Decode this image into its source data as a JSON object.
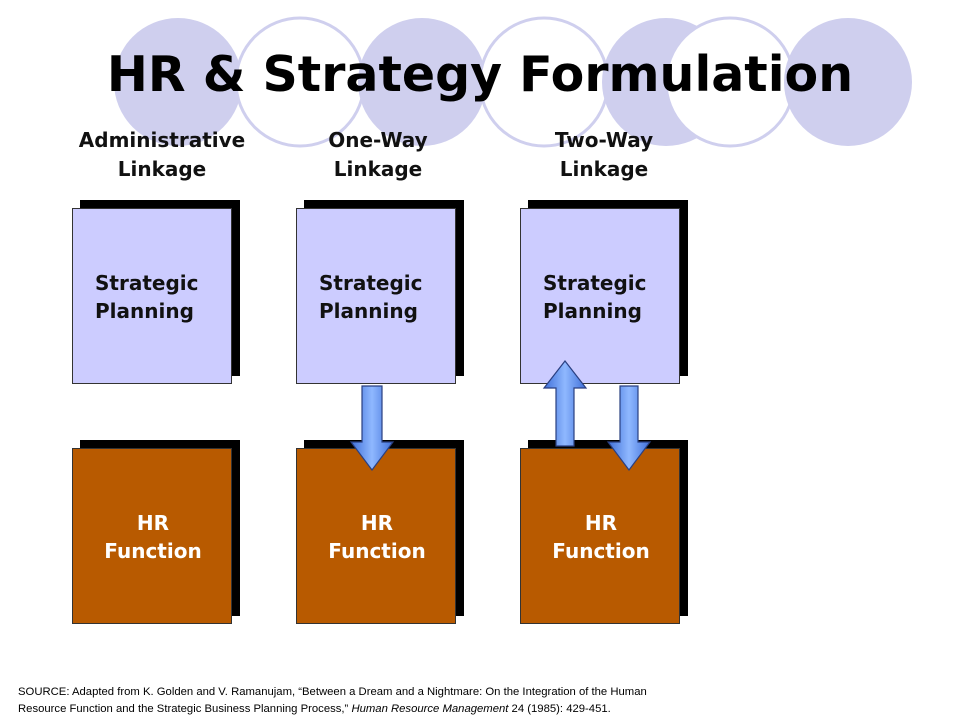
{
  "title": "HR & Strategy Formulation",
  "columns": [
    {
      "label_lines": [
        "Administrative",
        "Linkage"
      ],
      "strategic_lines": [
        "Strategic",
        "Planning"
      ],
      "hr_lines": [
        "HR",
        "Function"
      ],
      "arrows": "none"
    },
    {
      "label_lines": [
        "One-Way",
        "Linkage"
      ],
      "strategic_lines": [
        "Strategic",
        "Planning"
      ],
      "hr_lines": [
        "HR",
        "Function"
      ],
      "arrows": "down"
    },
    {
      "label_lines": [
        "Two-Way",
        "Linkage"
      ],
      "strategic_lines": [
        "Strategic",
        "Planning"
      ],
      "hr_lines": [
        "HR",
        "Function"
      ],
      "arrows": "up-and-down"
    }
  ],
  "source": {
    "text1": "SOURCE:  Adapted from K. Golden and V. Ramanujam,  “Between a Dream and a Nightmare: On the Integration of the Human",
    "text2": "Resource Function and the Strategic Business Planning Process,” ",
    "journal": "Human Resource Management",
    "text3": "  24 (1985): 429-451."
  },
  "colors": {
    "strategic_box": "#ccccff",
    "hr_box": "#b85a00",
    "arrow": "#6f9ff0",
    "deco_circle_fill": "#cfcfee"
  }
}
